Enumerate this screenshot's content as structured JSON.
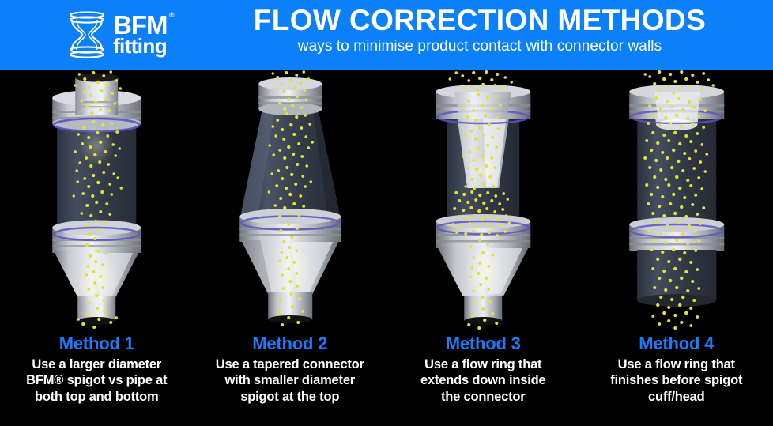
{
  "header": {
    "brand": {
      "name": "BFM",
      "sub": "fitting",
      "registered": "®",
      "icon": "bfm-connector-logo"
    },
    "title": "FLOW CORRECTION METHODS",
    "subtitle": "ways to minimise product contact with connector walls",
    "background_color": "#0b80f8",
    "text_color": "#ffffff"
  },
  "theme": {
    "background": "#000000",
    "method_label_color": "#1a7bfb",
    "caption_color": "#ffffff",
    "particle_color": "#e3e336",
    "connector_body": "#3b4454",
    "spigot_metal": "#c8cbd0",
    "snap_ring": "#5b53c8"
  },
  "methods": [
    {
      "label": "Method 1",
      "description": "Use a larger diameter BFM® spigot vs pipe at both top and bottom",
      "desc_lines": [
        "Use a larger diameter",
        "BFM® spigot vs pipe at",
        "both top and bottom"
      ],
      "art": "wide-connector-large-spigots"
    },
    {
      "label": "Method 2",
      "description": "Use a tapered connector with smaller diameter spigot at the top",
      "desc_lines": [
        "Use a tapered connector",
        "with smaller diameter",
        "spigot at the top"
      ],
      "art": "tapered-conical-connector"
    },
    {
      "label": "Method 3",
      "description": "Use a flow ring that extends down inside the connector",
      "desc_lines": [
        "Use a flow ring that",
        "extends down inside",
        "the connector"
      ],
      "art": "flow-ring-extends-inside"
    },
    {
      "label": "Method 4",
      "description": "Use a flow ring that finishes before spigot cuff/head",
      "desc_lines": [
        "Use a flow ring that",
        "finishes before spigot",
        "cuff/head"
      ],
      "art": "flow-ring-short-before-cuff"
    }
  ]
}
